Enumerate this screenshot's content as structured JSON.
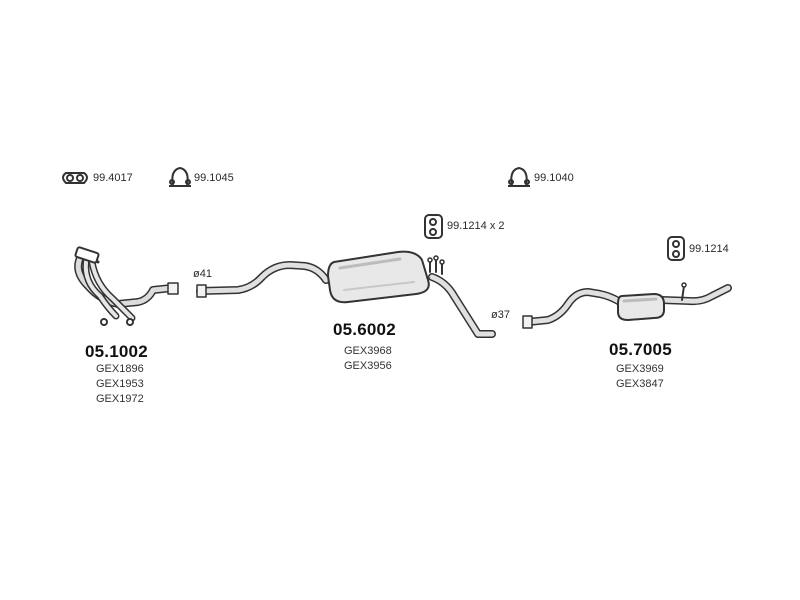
{
  "accessories": [
    {
      "code": "99.4017",
      "icon": "flange-gasket-icon"
    },
    {
      "code": "99.1045",
      "icon": "pipe-clamp-icon"
    },
    {
      "code": "99.1040",
      "icon": "pipe-clamp-icon"
    },
    {
      "code": "99.1214 x 2",
      "icon": "rubber-hanger-icon"
    },
    {
      "code": "99.1214",
      "icon": "rubber-hanger-icon"
    }
  ],
  "diameters": [
    "ø41",
    "ø37"
  ],
  "parts": [
    {
      "number": "05.1002",
      "oe_refs": [
        "GEX1896",
        "GEX1953",
        "GEX1972"
      ]
    },
    {
      "number": "05.6002",
      "oe_refs": [
        "GEX3968",
        "GEX3956"
      ]
    },
    {
      "number": "05.7005",
      "oe_refs": [
        "GEX3969",
        "GEX3847"
      ]
    }
  ],
  "colors": {
    "line": "#333333",
    "shade": "#d9d9d9",
    "body": "#e8e8e8"
  }
}
